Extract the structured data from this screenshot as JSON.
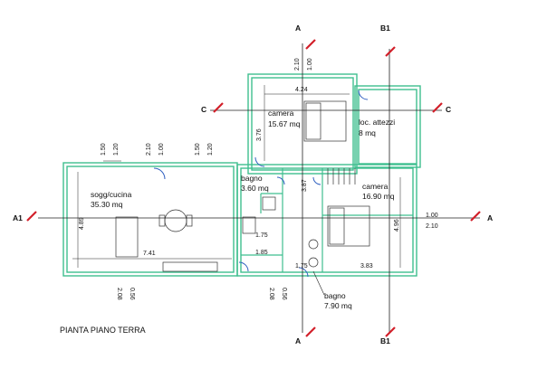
{
  "title": "PIANTA PIANO TERRA",
  "rooms": {
    "soggiorno": {
      "name": "sogg/cucina",
      "area": "35.30 mq"
    },
    "camera_top": {
      "name": "camera",
      "area": "15.67 mq"
    },
    "loc_attezzi": {
      "name": "loc. attezzi",
      "area": "8 mq"
    },
    "bagno_small": {
      "name": "bagno",
      "area": "3.60 mq"
    },
    "camera_right": {
      "name": "camera",
      "area": "16.90 mq"
    },
    "bagno_large": {
      "name": "bagno",
      "area": "7.90 mq"
    }
  },
  "section_markers": {
    "a_top": "A",
    "a_bottom": "A",
    "b1_top": "B1",
    "b1_bottom": "B1",
    "c_left": "C",
    "c_right": "C",
    "a1_left": "A1",
    "a1_right": "A"
  },
  "window_dims": {
    "top_left_w": "1.20",
    "top_left_h": "1.50",
    "top_mid_w": "1.00",
    "top_mid_h": "2.10",
    "top_right_w": "1.20",
    "top_right_h": "1.50",
    "top_camera_w": "1.00",
    "top_camera_h": "2.10",
    "right_w": "1.00",
    "right_h": "2.10",
    "bottom_left_w": "2.08",
    "bottom_left_h": "0.56",
    "bottom_mid_w": "2.08",
    "bottom_mid_h": "0.56"
  },
  "interior_dims": {
    "camera_top_width": "4.24",
    "camera_top_height": "3.76",
    "soggiorno_length": "7.41",
    "soggiorno_height": "4.89",
    "bagno_width": "1.75",
    "corridor_width": "1.85",
    "bagno_large_width": "1.75",
    "camera_right_width": "3.83",
    "camera_right_height": "4.96",
    "hall_height": "3.87"
  }
}
